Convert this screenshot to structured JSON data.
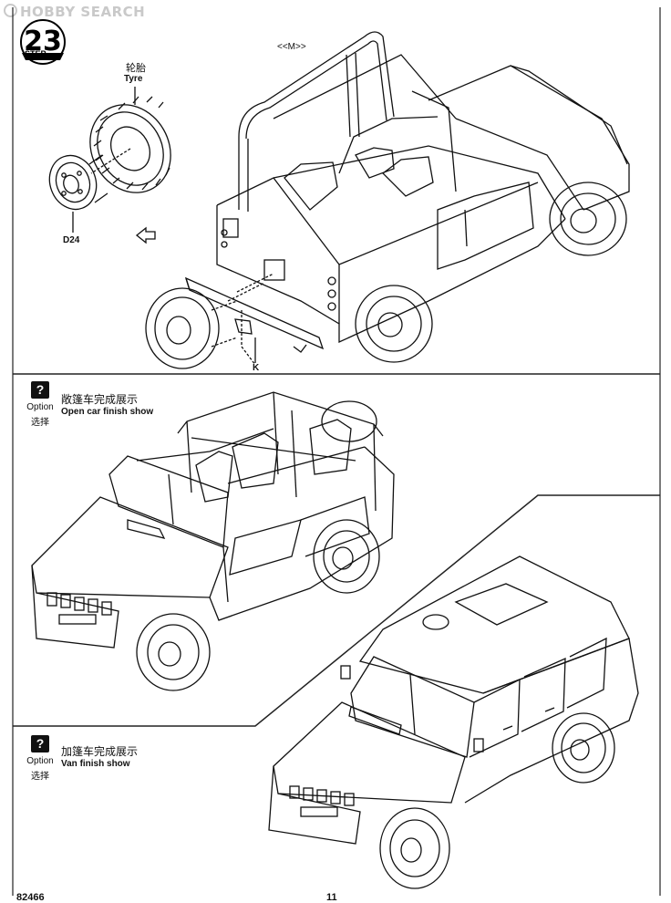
{
  "watermark": {
    "text": "HOBBY SEARCH"
  },
  "step": {
    "number": "23",
    "label": "STEP"
  },
  "parts": {
    "tyre_cn": "轮胎",
    "tyre_en": "Tyre",
    "d24": "D24",
    "m_marker": "<<M>>",
    "k": "K"
  },
  "open_section": {
    "option_label": "Option",
    "option_cn": "选择",
    "title_cn": "敞篷车完成展示",
    "title_en": "Open car finish show"
  },
  "van_section": {
    "option_label": "Option",
    "option_cn": "选择",
    "title_cn": "加篷车完成展示",
    "title_en": "Van  finish show"
  },
  "footer": {
    "kit_number": "82466",
    "page_number": "11"
  },
  "colors": {
    "ink": "#111111",
    "page": "#ffffff",
    "watermark": "#c9c9c9"
  },
  "icons": [
    "question-mark-icon",
    "arrow-icon",
    "step-badge-icon"
  ]
}
